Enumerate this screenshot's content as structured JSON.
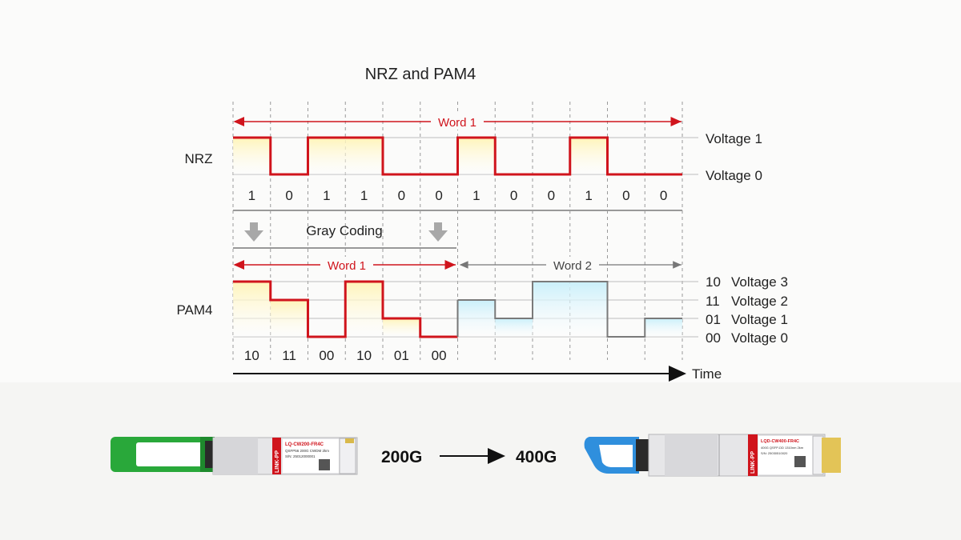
{
  "title": "NRZ and PAM4",
  "nrz": {
    "label": "NRZ",
    "bits": [
      "1",
      "0",
      "1",
      "1",
      "0",
      "0",
      "1",
      "0",
      "0",
      "1",
      "0",
      "0"
    ],
    "word_label": "Word 1",
    "levels": [
      "Voltage 1",
      "Voltage 0"
    ]
  },
  "gray_coding_label": "Gray Coding",
  "pam4": {
    "label": "PAM4",
    "symbols": [
      "10",
      "11",
      "00",
      "10",
      "01",
      "00"
    ],
    "word1_label": "Word 1",
    "word2_label": "Word 2",
    "level_codes": [
      "10",
      "11",
      "01",
      "00"
    ],
    "level_names": [
      "Voltage 3",
      "Voltage 2",
      "Voltage 1",
      "Voltage 0"
    ],
    "word1_levels": [
      3,
      2,
      0,
      3,
      1,
      0
    ],
    "word2_levels": [
      2,
      1,
      3,
      3,
      0,
      1
    ]
  },
  "time_label": "Time",
  "modules": {
    "left": {
      "model": "LQ-CW200-FR4C",
      "desc": "QSFP56 200G CWDM 2km",
      "sn": "S/N: 25012000001",
      "brand": "LINK-PP"
    },
    "right": {
      "model": "LQD-CW400-FR4C",
      "desc": "400G QSFP-DD 1310nm 2km",
      "sn": "S/N: 25030510020",
      "brand": "LINK-PP"
    },
    "from_label": "200G",
    "to_label": "400G"
  },
  "colors": {
    "red": "#d0141c",
    "gray": "#8a8a8a",
    "yellow_fill": "#fffbd9",
    "blue_fill": "#dff5fb",
    "green": "#29a83a",
    "blue": "#2f8fdd"
  }
}
